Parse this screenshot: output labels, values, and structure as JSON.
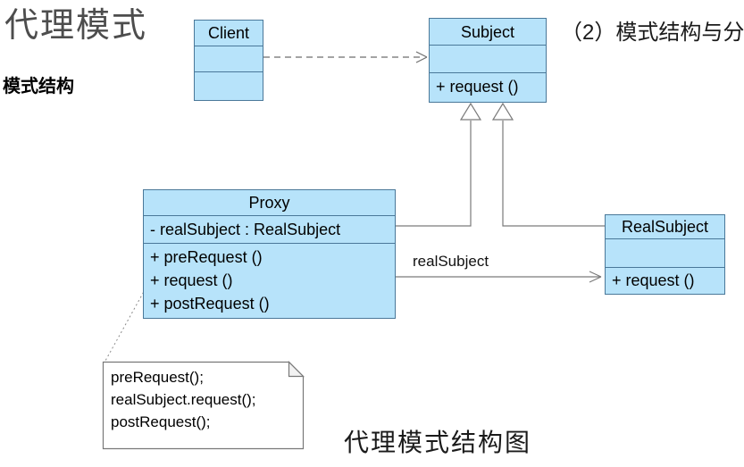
{
  "page": {
    "title": "代理模式",
    "section_label": "模式结构",
    "header_right": "（2）模式结构与分",
    "caption": "代理模式结构图"
  },
  "colors": {
    "class_fill": "#B7E3FA",
    "class_border": "#4A7899",
    "connector_gray": "#7a7a7a",
    "title_gray": "#4d4d4d"
  },
  "diagram": {
    "classes": [
      {
        "name": "Client",
        "attributes": [],
        "methods": []
      },
      {
        "name": "Subject",
        "attributes": [],
        "methods": [
          "+ request ()"
        ]
      },
      {
        "name": "Proxy",
        "attributes": [
          "- realSubject : RealSubject"
        ],
        "methods": [
          "+ preRequest ()",
          "+ request ()",
          "+ postRequest ()"
        ]
      },
      {
        "name": "RealSubject",
        "attributes": [],
        "methods": [
          "+ request ()"
        ]
      }
    ],
    "relations": {
      "association_label": "realSubject"
    },
    "note": {
      "lines": [
        "preRequest();",
        "realSubject.request();",
        "postRequest();"
      ]
    }
  }
}
